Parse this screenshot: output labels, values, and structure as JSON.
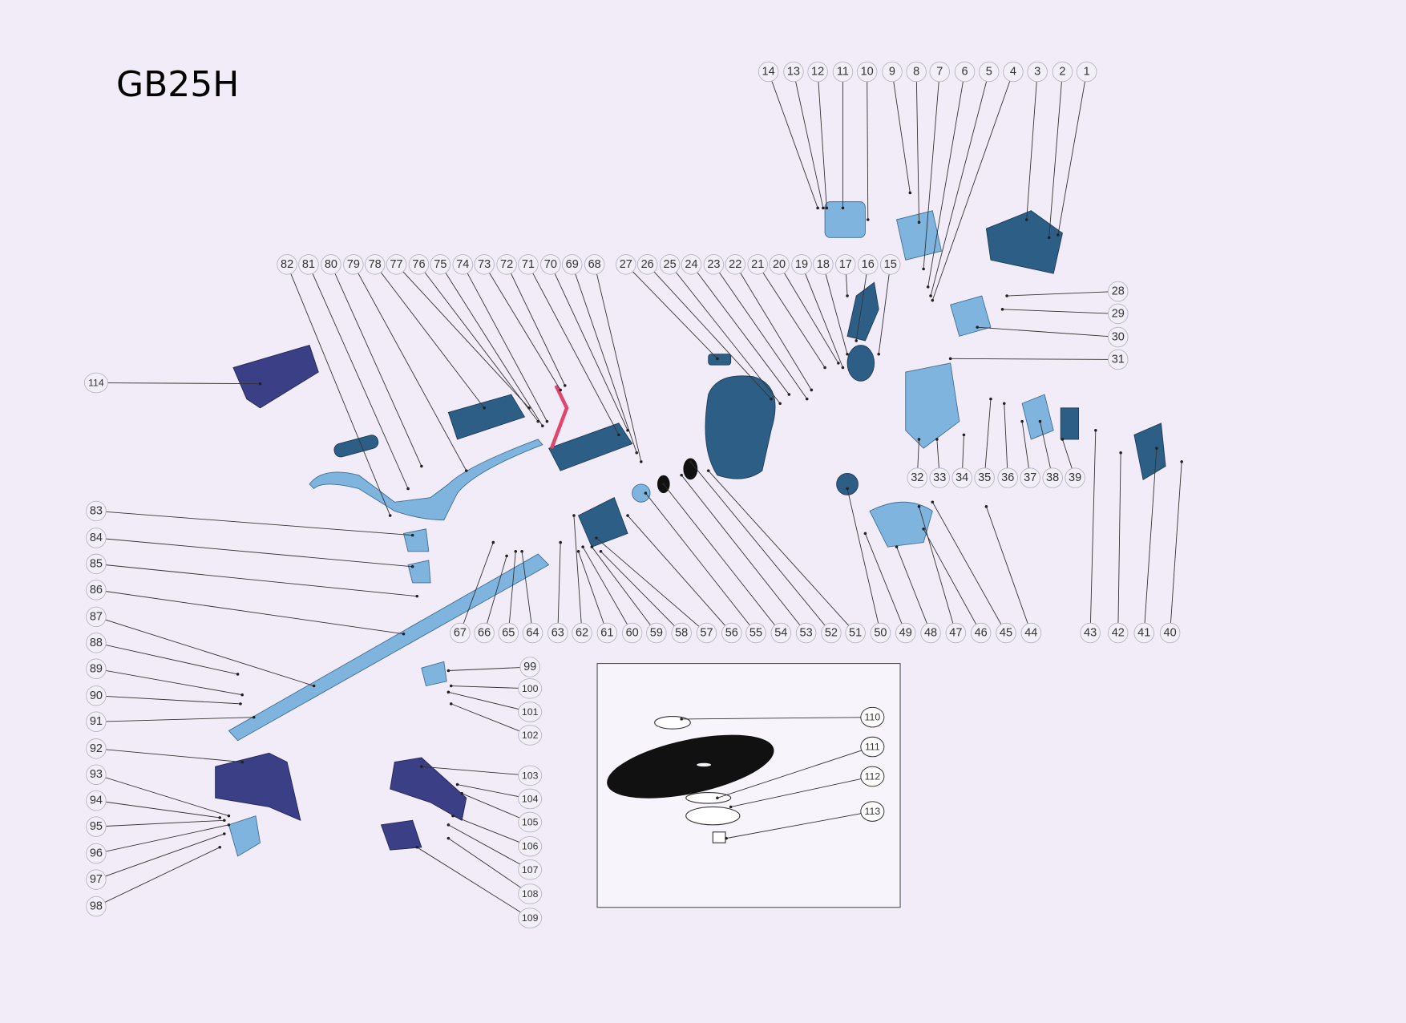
{
  "title": "GB25H",
  "colors": {
    "paper": "#f1ecf7",
    "part_teal": "#2d5f86",
    "part_light": "#7fb4de",
    "part_navy": "#3a3f86"
  },
  "part_numbers": {
    "top_row": [
      "14",
      "13",
      "12",
      "11",
      "10",
      "9",
      "8",
      "7",
      "6",
      "5",
      "4",
      "3",
      "2",
      "1"
    ],
    "upper_row_left": [
      "82",
      "81",
      "80",
      "79",
      "78",
      "77",
      "76",
      "75",
      "74",
      "73",
      "72",
      "71",
      "70",
      "69",
      "68"
    ],
    "upper_row_right": [
      "27",
      "26",
      "25",
      "24",
      "23",
      "22",
      "21",
      "20",
      "19",
      "18",
      "17",
      "16",
      "15"
    ],
    "right_column": [
      "28",
      "29",
      "30",
      "31"
    ],
    "middle_row": [
      "32",
      "33",
      "34",
      "35",
      "36",
      "37",
      "38",
      "39"
    ],
    "lower_row": [
      "67",
      "66",
      "65",
      "64",
      "63",
      "62",
      "61",
      "60",
      "59",
      "58",
      "57",
      "56",
      "55",
      "54",
      "53",
      "52",
      "51",
      "50",
      "49",
      "48",
      "47",
      "46",
      "45",
      "44",
      "43",
      "42",
      "41",
      "40"
    ],
    "left_column": [
      "83",
      "84",
      "85",
      "86",
      "87",
      "88",
      "89",
      "90",
      "91",
      "92",
      "93",
      "94",
      "95",
      "96",
      "97",
      "98"
    ],
    "handle_strap": [
      "114"
    ],
    "clamp_column": [
      "99",
      "100",
      "101",
      "102"
    ],
    "guard_column": [
      "103",
      "104",
      "105",
      "106",
      "107",
      "108",
      "109"
    ],
    "blade_inset": [
      "110",
      "111",
      "112",
      "113"
    ]
  }
}
